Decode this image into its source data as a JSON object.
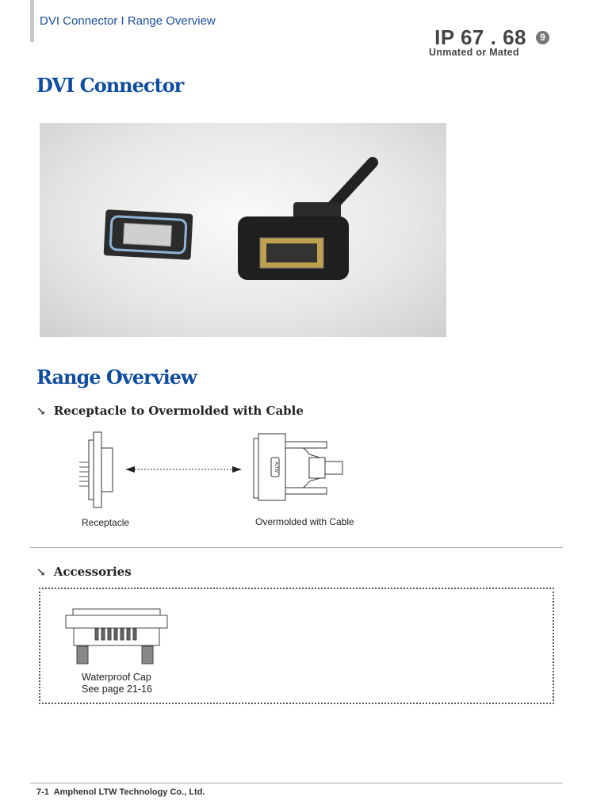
{
  "header": {
    "breadcrumb": "DVI Connector I Range Overview",
    "ip_rating": "IP 67 . 68",
    "ip_badge": "9",
    "ip_sub": "Unmated or Mated"
  },
  "title": "DVI Connector",
  "range": {
    "title": "Range Overview",
    "section1": {
      "arrow": "↘",
      "title": "Receptacle to Overmolded with Cable",
      "left_label": "Receptacle",
      "right_label": "Overmolded with Cable",
      "logo": "ALTW"
    },
    "section2": {
      "arrow": "↘",
      "title": "Accessories",
      "item_name": "Waterproof Cap",
      "item_ref": "See page 21-16"
    }
  },
  "footer": {
    "page": "7-1",
    "company": "Amphenol LTW Technology Co., Ltd."
  }
}
